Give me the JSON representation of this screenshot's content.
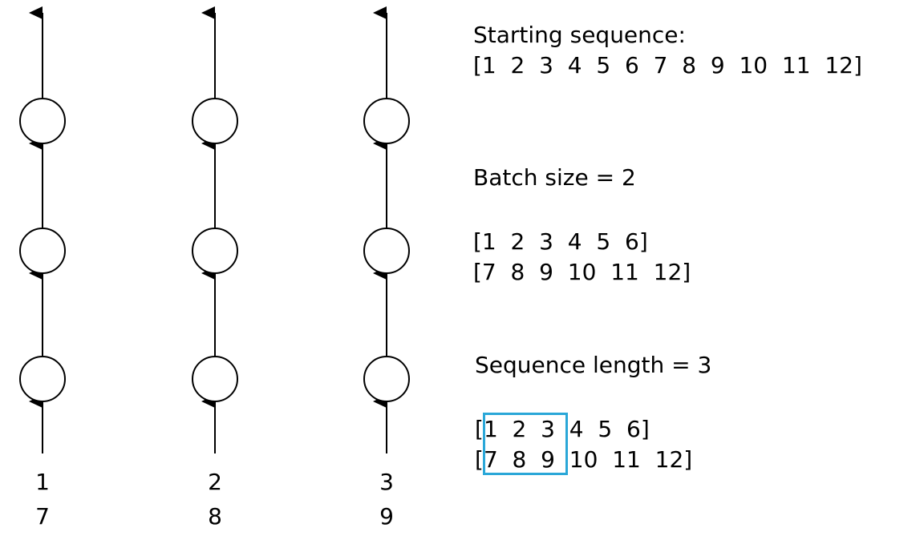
{
  "columns": [
    {
      "inputs": [
        "1",
        "7"
      ]
    },
    {
      "inputs": [
        "2",
        "8"
      ]
    },
    {
      "inputs": [
        "3",
        "9"
      ]
    }
  ],
  "text": {
    "starting_title": "Starting sequence:",
    "starting_seq": "[1  2  3  4  5  6  7  8  9  10  11  12]",
    "batch_title": "Batch size = 2",
    "batch_row1": "[1  2  3  4  5  6]",
    "batch_row2": "[7  8  9  10  11  12]",
    "seq_title": "Sequence length = 3",
    "seq_row1_open": "[",
    "seq_row1_in": "1  2  3",
    "seq_row1_rest": "  4  5  6]",
    "seq_row2_open": "[",
    "seq_row2_in": "7  8  9",
    "seq_row2_rest": "  10  11  12]"
  },
  "colors": {
    "highlight_box": "#2aa7d8",
    "stroke": "#000000"
  }
}
